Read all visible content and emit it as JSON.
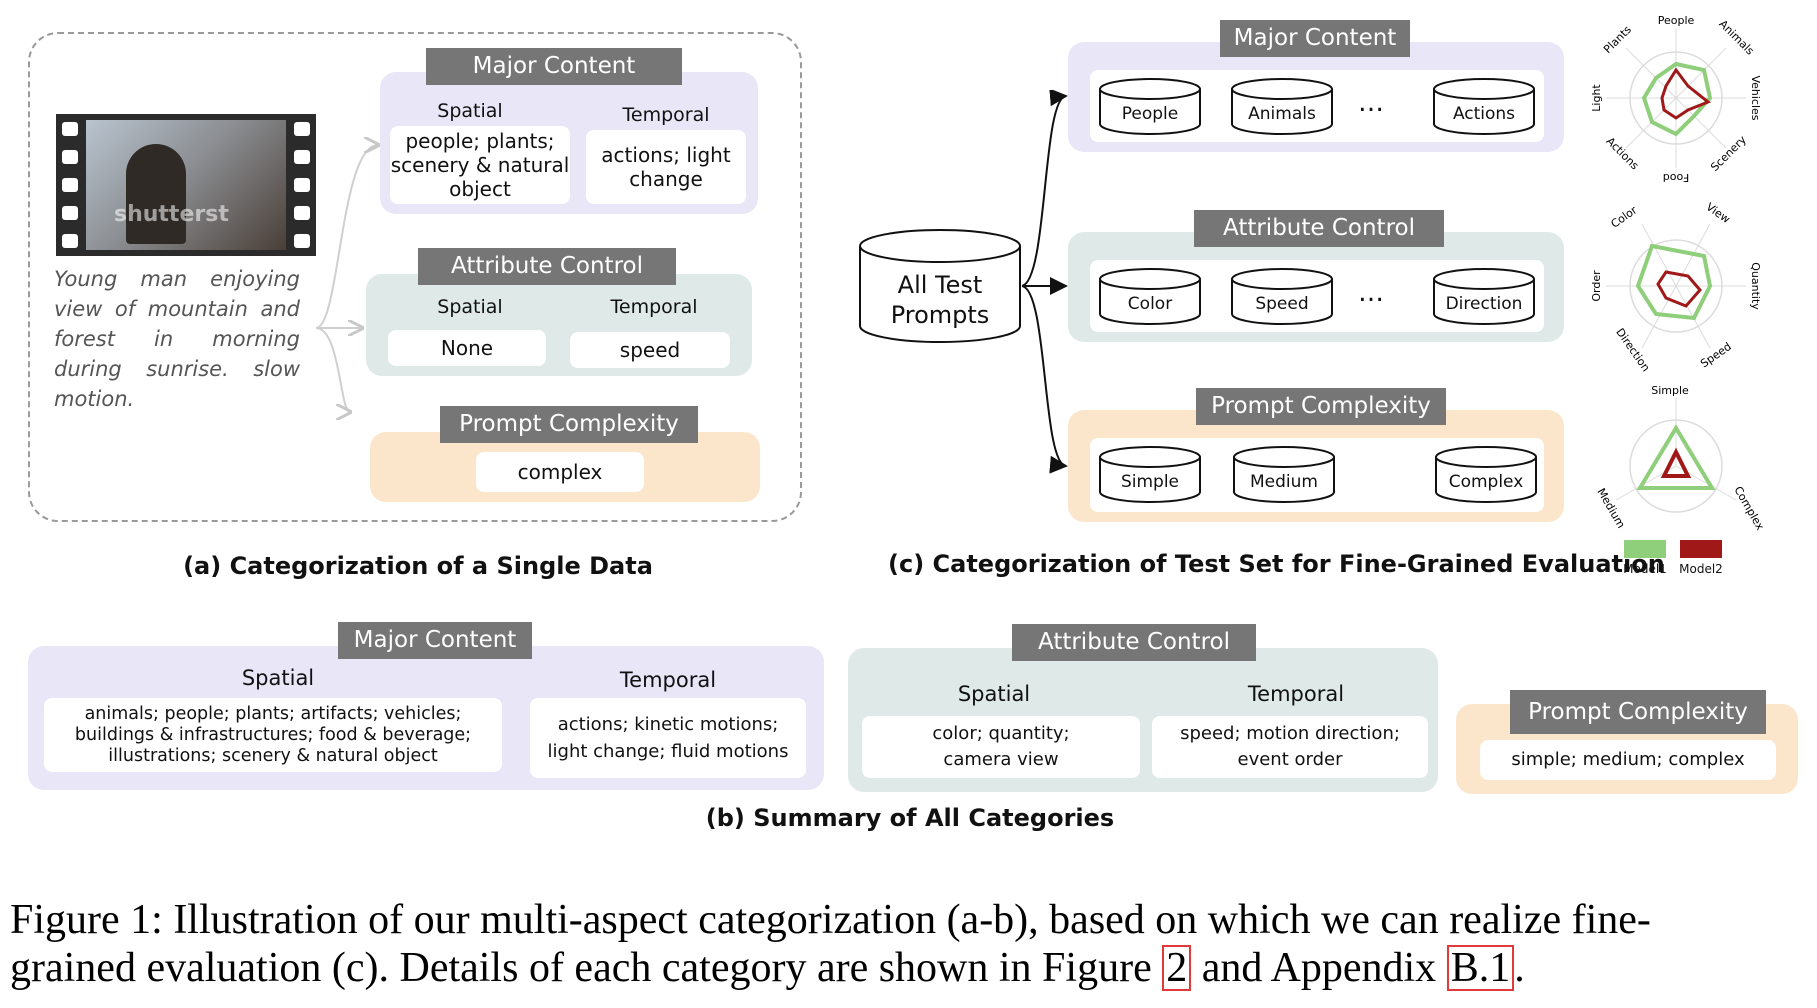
{
  "panel_a": {
    "major_content": {
      "header": "Major Content",
      "spatial_label": "Spatial",
      "spatial_value": "people; plants; scenery & natural object",
      "temporal_label": "Temporal",
      "temporal_value": "actions; light change"
    },
    "attribute_control": {
      "header": "Attribute Control",
      "spatial_label": "Spatial",
      "spatial_value": "None",
      "temporal_label": "Temporal",
      "temporal_value": "speed"
    },
    "prompt_complexity": {
      "header": "Prompt Complexity",
      "value": "complex"
    },
    "video_watermark": "shutterst",
    "prompt_text": "Young man enjoying view of mountain and forest in morning during sunrise. slow motion.",
    "caption": "(a) Categorization of a Single Data"
  },
  "panel_c": {
    "source": "All Test Prompts",
    "major_content": {
      "header": "Major Content",
      "items": [
        "People",
        "Animals",
        "Actions"
      ],
      "ellipsis": "…"
    },
    "attribute_control": {
      "header": "Attribute Control",
      "items": [
        "Color",
        "Speed",
        "Direction"
      ],
      "ellipsis": "…"
    },
    "prompt_complexity": {
      "header": "Prompt Complexity",
      "items": [
        "Simple",
        "Medium",
        "Complex"
      ]
    },
    "caption": "(c) Categorization of Test Set for Fine-Grained Evaluation"
  },
  "panel_b": {
    "major_content": {
      "header": "Major Content",
      "spatial_label": "Spatial",
      "spatial_value": "animals; people; plants; artifacts; vehicles; buildings & infrastructures; food & beverage; illustrations; scenery & natural object",
      "temporal_label": "Temporal",
      "temporal_value": "actions; kinetic motions; light change; fluid motions"
    },
    "attribute_control": {
      "header": "Attribute Control",
      "spatial_label": "Spatial",
      "spatial_value": "color; quantity; camera view",
      "temporal_label": "Temporal",
      "temporal_value": "speed; motion direction; event order"
    },
    "prompt_complexity": {
      "header": "Prompt Complexity",
      "value": "simple; medium; complex"
    },
    "caption": "(b) Summary of All Categories"
  },
  "radar_charts": {
    "legend": [
      "Model1",
      "Model2"
    ],
    "colors": {
      "model1": "#8fce7a",
      "model2": "#a01818"
    },
    "chart1_axes": [
      "People",
      "Animals",
      "Vehicles",
      "Scenery",
      "Food",
      "Actions",
      "Light",
      "Plants"
    ],
    "chart2_axes": [
      "View",
      "Quantity",
      "Speed",
      "Direction",
      "Order",
      "Color"
    ],
    "chart3_axes": [
      "Simple",
      "Complex",
      "Medium"
    ]
  },
  "figure_caption": {
    "line1": "Figure 1: Illustration of our multi-aspect categorization (a-b), based on which we can realize fine-",
    "line2_pre": "grained evaluation (c). Details of each category are shown in Figure ",
    "ref1": "2",
    "line2_mid": " and Appendix ",
    "ref2": "B.1",
    "line2_post": "."
  }
}
